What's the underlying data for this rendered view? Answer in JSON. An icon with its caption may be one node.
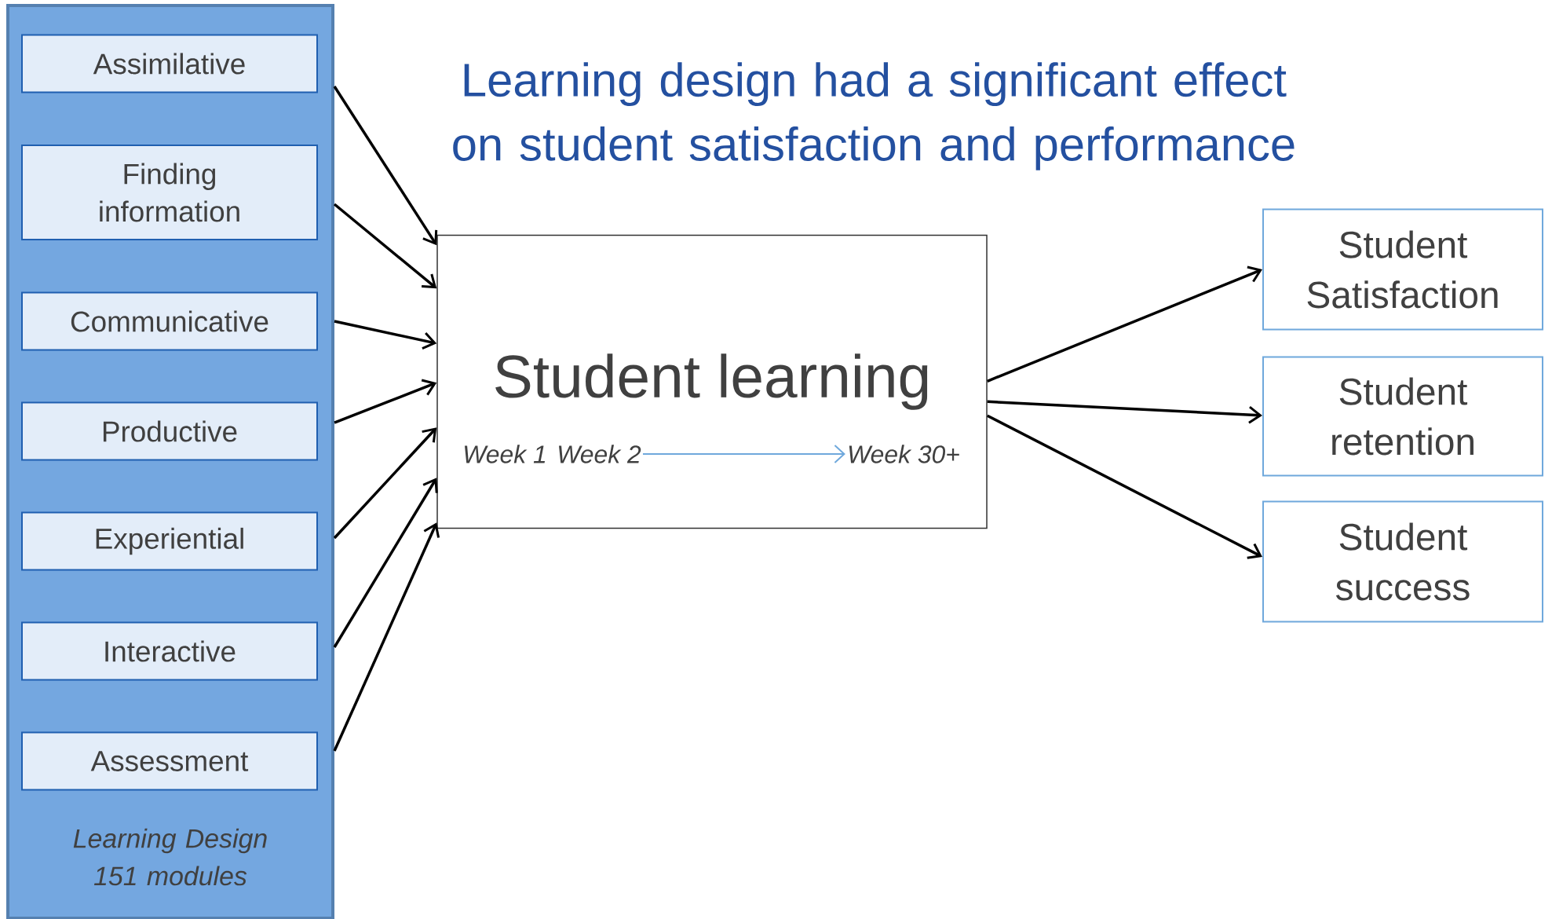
{
  "diagram": {
    "title": "Learning design had a significant effect on student satisfaction and performance",
    "nodes": [
      {
        "text": [
          "Learning Design 151 modules"
        ]
      },
      {
        "text": [
          "Assimilative"
        ],
        "in": 0
      },
      {
        "text": [
          "Finding information"
        ],
        "in": 0
      },
      {
        "text": [
          "Communicative"
        ],
        "in": 0
      },
      {
        "text": [
          "Productive"
        ],
        "in": 0
      },
      {
        "text": [
          "Experiential"
        ],
        "in": 0
      },
      {
        "text": [
          "Interactive"
        ],
        "in": 0
      },
      {
        "text": [
          "Assessment"
        ],
        "in": 0
      },
      {
        "text": [
          "Student learning"
        ]
      },
      {
        "text": [
          "Week 1"
        ],
        "in": 8
      },
      {
        "text": [
          "Week 2"
        ],
        "in": 8
      },
      {
        "text": [
          "Week 30+"
        ],
        "in": 8
      },
      {
        "text": [
          "Student Satisfaction"
        ]
      },
      {
        "text": [
          "Student retention"
        ]
      },
      {
        "text": [
          "Student success"
        ]
      }
    ],
    "edges": [
      {
        "from": 1,
        "to": 8,
        "arrow": "to"
      },
      {
        "from": 2,
        "to": 8,
        "arrow": "to"
      },
      {
        "from": 3,
        "to": 8,
        "arrow": "to"
      },
      {
        "from": 4,
        "to": 8,
        "arrow": "to"
      },
      {
        "from": 5,
        "to": 8,
        "arrow": "to"
      },
      {
        "from": 6,
        "to": 8,
        "arrow": "to"
      },
      {
        "from": 7,
        "to": 8,
        "arrow": "to"
      },
      {
        "from": 8,
        "to": 12,
        "arrow": "to"
      },
      {
        "from": 8,
        "to": 13,
        "arrow": "to"
      },
      {
        "from": 8,
        "to": 14,
        "arrow": "to"
      },
      {
        "from": 10,
        "to": 11,
        "arrow": "to",
        "color": "#6fa8dc"
      }
    ]
  }
}
